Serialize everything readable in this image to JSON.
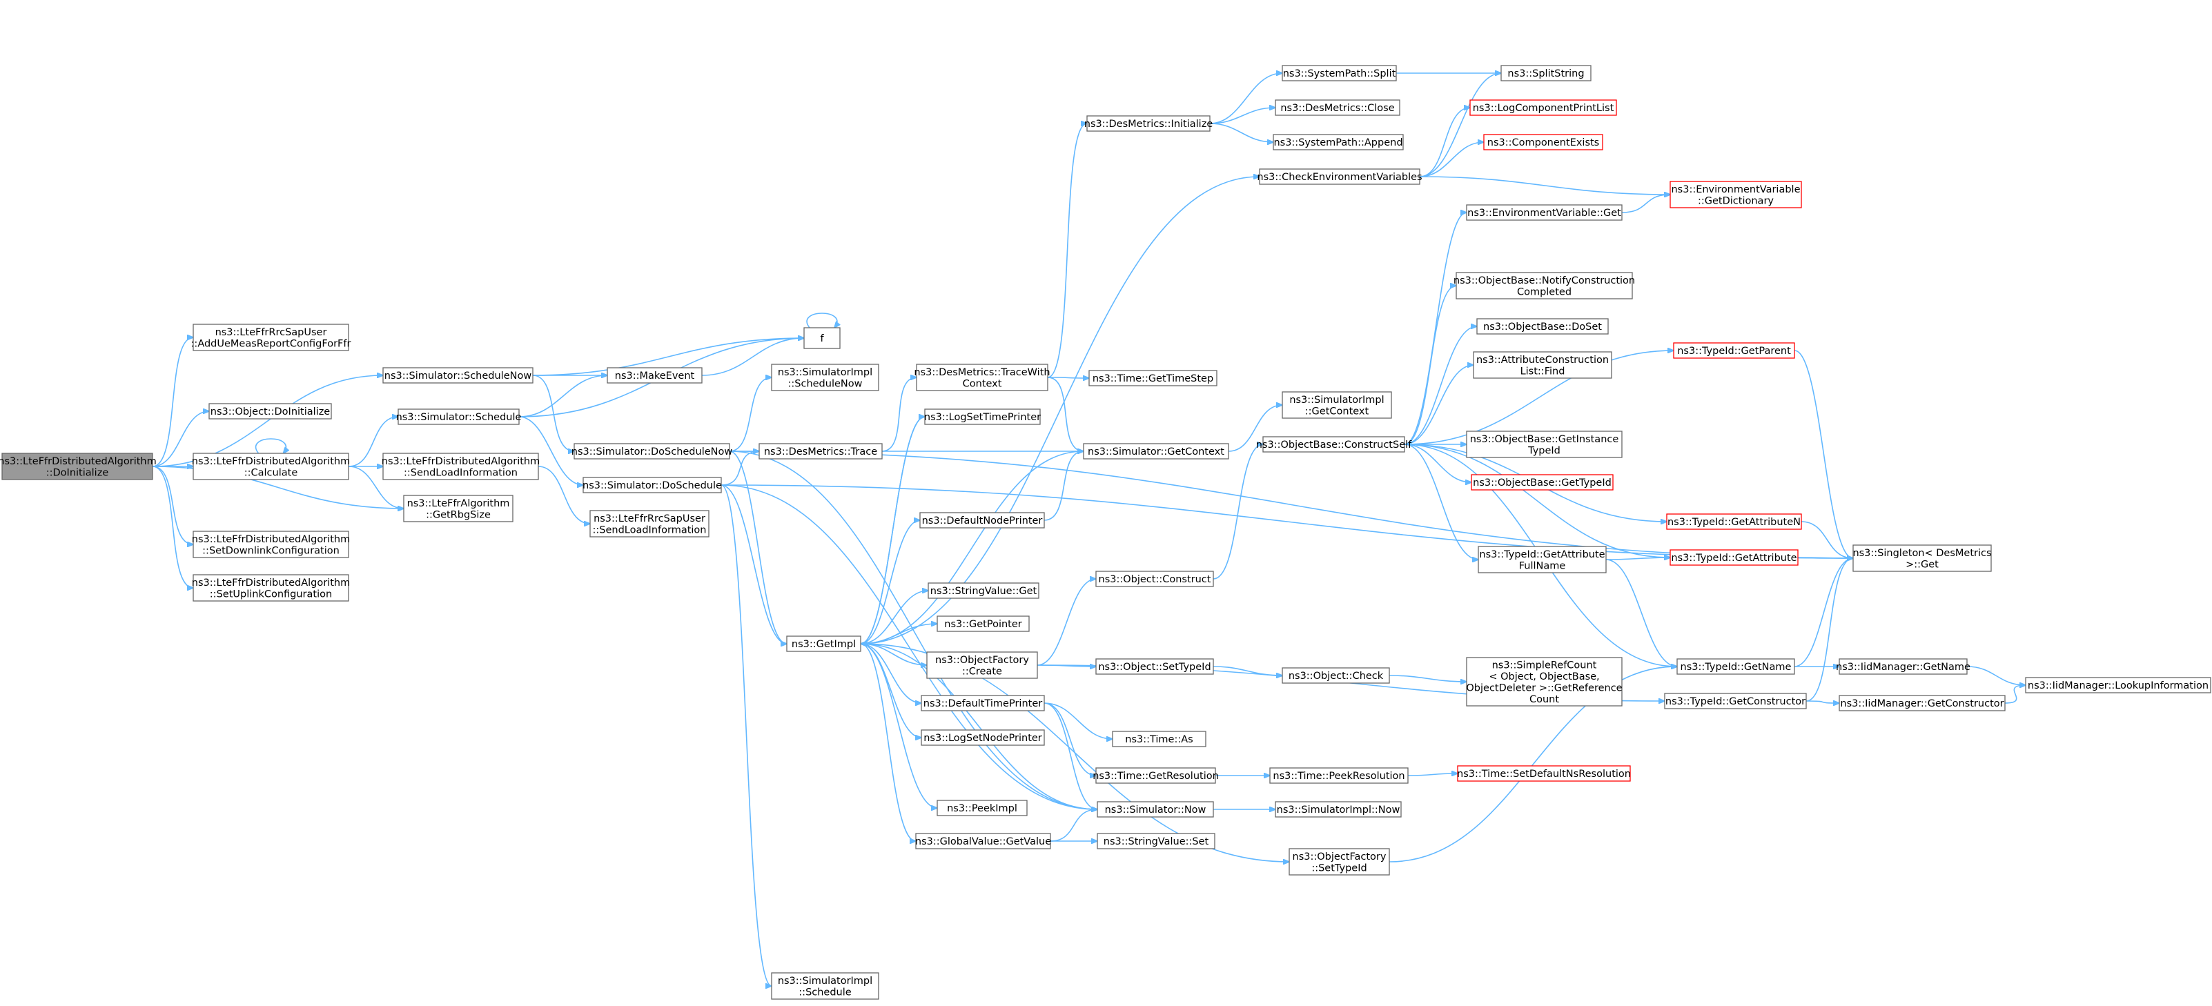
{
  "graph": {
    "nodes": [
      {
        "id": "root",
        "lines": [
          "ns3::LteFfrDistributedAlgorithm",
          "::DoInitialize"
        ],
        "style": "root"
      },
      {
        "id": "addue",
        "lines": [
          "ns3::LteFfrRrcSapUser",
          "::AddUeMeasReportConfigForFfr"
        ]
      },
      {
        "id": "schednow",
        "lines": [
          "ns3::Simulator::ScheduleNow"
        ]
      },
      {
        "id": "objinit",
        "lines": [
          "ns3::Object::DoInitialize"
        ]
      },
      {
        "id": "calculate",
        "lines": [
          "ns3::LteFfrDistributedAlgorithm",
          "::Calculate"
        ]
      },
      {
        "id": "getrbg",
        "lines": [
          "ns3::LteFfrAlgorithm",
          "::GetRbgSize"
        ]
      },
      {
        "id": "setdl",
        "lines": [
          "ns3::LteFfrDistributedAlgorithm",
          "::SetDownlinkConfiguration"
        ]
      },
      {
        "id": "setul",
        "lines": [
          "ns3::LteFfrDistributedAlgorithm",
          "::SetUplinkConfiguration"
        ]
      },
      {
        "id": "schedule",
        "lines": [
          "ns3::Simulator::Schedule"
        ]
      },
      {
        "id": "sendload",
        "lines": [
          "ns3::LteFfrDistributedAlgorithm",
          "::SendLoadInformation"
        ]
      },
      {
        "id": "makeevent",
        "lines": [
          "ns3::MakeEvent"
        ]
      },
      {
        "id": "f",
        "lines": [
          "f"
        ]
      },
      {
        "id": "doschednow",
        "lines": [
          "ns3::Simulator::DoScheduleNow"
        ]
      },
      {
        "id": "dosched",
        "lines": [
          "ns3::Simulator::DoSchedule"
        ]
      },
      {
        "id": "sapsendload",
        "lines": [
          "ns3::LteFfrRrcSapUser",
          "::SendLoadInformation"
        ]
      },
      {
        "id": "implschednow",
        "lines": [
          "ns3::SimulatorImpl",
          "::ScheduleNow"
        ]
      },
      {
        "id": "destrace",
        "lines": [
          "ns3::DesMetrics::Trace"
        ]
      },
      {
        "id": "getimpl",
        "lines": [
          "ns3::GetImpl"
        ]
      },
      {
        "id": "implsched",
        "lines": [
          "ns3::SimulatorImpl",
          "::Schedule"
        ]
      },
      {
        "id": "tracectx",
        "lines": [
          "ns3::DesMetrics::TraceWith",
          "Context"
        ]
      },
      {
        "id": "logtime",
        "lines": [
          "ns3::LogSetTimePrinter"
        ]
      },
      {
        "id": "defnode",
        "lines": [
          "ns3::DefaultNodePrinter"
        ]
      },
      {
        "id": "strget",
        "lines": [
          "ns3::StringValue::Get"
        ]
      },
      {
        "id": "getptr",
        "lines": [
          "ns3::GetPointer"
        ]
      },
      {
        "id": "ofcreate",
        "lines": [
          "ns3::ObjectFactory",
          "::Create"
        ]
      },
      {
        "id": "deftime",
        "lines": [
          "ns3::DefaultTimePrinter"
        ]
      },
      {
        "id": "lognode",
        "lines": [
          "ns3::LogSetNodePrinter"
        ]
      },
      {
        "id": "peekimpl",
        "lines": [
          "ns3::PeekImpl"
        ]
      },
      {
        "id": "gvget",
        "lines": [
          "ns3::GlobalValue::GetValue"
        ]
      },
      {
        "id": "desinit",
        "lines": [
          "ns3::DesMetrics::Initialize"
        ]
      },
      {
        "id": "timestep",
        "lines": [
          "ns3::Time::GetTimeStep"
        ]
      },
      {
        "id": "getctx",
        "lines": [
          "ns3::Simulator::GetContext"
        ]
      },
      {
        "id": "objconstruct",
        "lines": [
          "ns3::Object::Construct"
        ]
      },
      {
        "id": "objsettid",
        "lines": [
          "ns3::Object::SetTypeId"
        ]
      },
      {
        "id": "timeas",
        "lines": [
          "ns3::Time::As"
        ]
      },
      {
        "id": "getres",
        "lines": [
          "ns3::Time::GetResolution"
        ]
      },
      {
        "id": "simnow",
        "lines": [
          "ns3::Simulator::Now"
        ]
      },
      {
        "id": "strset",
        "lines": [
          "ns3::StringValue::Set"
        ]
      },
      {
        "id": "split",
        "lines": [
          "ns3::SystemPath::Split"
        ]
      },
      {
        "id": "desclose",
        "lines": [
          "ns3::DesMetrics::Close"
        ]
      },
      {
        "id": "append",
        "lines": [
          "ns3::SystemPath::Append"
        ]
      },
      {
        "id": "checkenv",
        "lines": [
          "ns3::CheckEnvironmentVariables"
        ]
      },
      {
        "id": "implgetctx",
        "lines": [
          "ns3::SimulatorImpl",
          "::GetContext"
        ]
      },
      {
        "id": "constructself",
        "lines": [
          "ns3::ObjectBase::ConstructSelf"
        ]
      },
      {
        "id": "objcheck",
        "lines": [
          "ns3::Object::Check"
        ]
      },
      {
        "id": "peekres",
        "lines": [
          "ns3::Time::PeekResolution"
        ]
      },
      {
        "id": "implnow",
        "lines": [
          "ns3::SimulatorImpl::Now"
        ]
      },
      {
        "id": "ofsettid",
        "lines": [
          "ns3::ObjectFactory",
          "::SetTypeId"
        ]
      },
      {
        "id": "splitstring",
        "lines": [
          "ns3::SplitString"
        ]
      },
      {
        "id": "logprint",
        "lines": [
          "ns3::LogComponentPrintList"
        ],
        "style": "red"
      },
      {
        "id": "compexists",
        "lines": [
          "ns3::ComponentExists"
        ],
        "style": "red"
      },
      {
        "id": "envget",
        "lines": [
          "ns3::EnvironmentVariable::Get"
        ]
      },
      {
        "id": "notifyc",
        "lines": [
          "ns3::ObjectBase::NotifyConstruction",
          "Completed"
        ]
      },
      {
        "id": "doset",
        "lines": [
          "ns3::ObjectBase::DoSet"
        ]
      },
      {
        "id": "acfind",
        "lines": [
          "ns3::AttributeConstruction",
          "List::Find"
        ]
      },
      {
        "id": "getinstid",
        "lines": [
          "ns3::ObjectBase::GetInstance",
          "TypeId"
        ]
      },
      {
        "id": "obgettid",
        "lines": [
          "ns3::ObjectBase::GetTypeId"
        ],
        "style": "red"
      },
      {
        "id": "attrfull",
        "lines": [
          "ns3::TypeId::GetAttribute",
          "FullName"
        ]
      },
      {
        "id": "refcount",
        "lines": [
          "ns3::SimpleRefCount",
          "< Object, ObjectBase,",
          "ObjectDeleter >::GetReference",
          "Count"
        ]
      },
      {
        "id": "setdefres",
        "lines": [
          "ns3::Time::SetDefaultNsResolution"
        ],
        "style": "red"
      },
      {
        "id": "envdict",
        "lines": [
          "ns3::EnvironmentVariable",
          "::GetDictionary"
        ],
        "style": "red"
      },
      {
        "id": "getparent",
        "lines": [
          "ns3::TypeId::GetParent"
        ],
        "style": "red"
      },
      {
        "id": "getattrn",
        "lines": [
          "ns3::TypeId::GetAttributeN"
        ],
        "style": "red"
      },
      {
        "id": "getattr",
        "lines": [
          "ns3::TypeId::GetAttribute"
        ],
        "style": "red"
      },
      {
        "id": "tidgetname",
        "lines": [
          "ns3::TypeId::GetName"
        ]
      },
      {
        "id": "getctor",
        "lines": [
          "ns3::TypeId::GetConstructor"
        ]
      },
      {
        "id": "singleton",
        "lines": [
          "ns3::Singleton< DesMetrics",
          ">::Get"
        ]
      },
      {
        "id": "iidname",
        "lines": [
          "ns3::IidManager::GetName"
        ]
      },
      {
        "id": "iidctor",
        "lines": [
          "ns3::IidManager::GetConstructor"
        ]
      },
      {
        "id": "lookup",
        "lines": [
          "ns3::IidManager::LookupInformation"
        ]
      }
    ],
    "edges": [
      [
        "root",
        "addue"
      ],
      [
        "root",
        "schednow"
      ],
      [
        "root",
        "objinit"
      ],
      [
        "root",
        "calculate"
      ],
      [
        "root",
        "getrbg"
      ],
      [
        "root",
        "setdl"
      ],
      [
        "root",
        "setul"
      ],
      [
        "schednow",
        "makeevent"
      ],
      [
        "schednow",
        "f"
      ],
      [
        "schednow",
        "doschednow"
      ],
      [
        "calculate",
        "calculate"
      ],
      [
        "calculate",
        "schedule"
      ],
      [
        "calculate",
        "sendload"
      ],
      [
        "calculate",
        "getrbg"
      ],
      [
        "schedule",
        "makeevent"
      ],
      [
        "schedule",
        "f"
      ],
      [
        "schedule",
        "dosched"
      ],
      [
        "sendload",
        "sapsendload"
      ],
      [
        "makeevent",
        "f"
      ],
      [
        "f",
        "f"
      ],
      [
        "doschednow",
        "implschednow"
      ],
      [
        "doschednow",
        "destrace"
      ],
      [
        "doschednow",
        "getimpl"
      ],
      [
        "doschednow",
        "singleton"
      ],
      [
        "doschednow",
        "simnow"
      ],
      [
        "dosched",
        "destrace"
      ],
      [
        "dosched",
        "getimpl"
      ],
      [
        "dosched",
        "implsched"
      ],
      [
        "dosched",
        "singleton"
      ],
      [
        "dosched",
        "simnow"
      ],
      [
        "destrace",
        "tracectx"
      ],
      [
        "destrace",
        "getctx"
      ],
      [
        "tracectx",
        "desinit"
      ],
      [
        "tracectx",
        "timestep"
      ],
      [
        "tracectx",
        "getctx"
      ],
      [
        "getimpl",
        "logtime"
      ],
      [
        "getimpl",
        "defnode"
      ],
      [
        "getimpl",
        "strget"
      ],
      [
        "getimpl",
        "getptr"
      ],
      [
        "getimpl",
        "ofcreate"
      ],
      [
        "getimpl",
        "deftime"
      ],
      [
        "getimpl",
        "lognode"
      ],
      [
        "getimpl",
        "peekimpl"
      ],
      [
        "getimpl",
        "gvget"
      ],
      [
        "getimpl",
        "checkenv"
      ],
      [
        "getimpl",
        "ofsettid"
      ],
      [
        "logtime",
        "getimpl"
      ],
      [
        "defnode",
        "getctx"
      ],
      [
        "getctx",
        "getimpl"
      ],
      [
        "getctx",
        "implgetctx"
      ],
      [
        "simnow",
        "getimpl"
      ],
      [
        "gvget",
        "simnow"
      ],
      [
        "gvget",
        "strset"
      ],
      [
        "deftime",
        "timeas"
      ],
      [
        "deftime",
        "getres"
      ],
      [
        "deftime",
        "simnow"
      ],
      [
        "ofcreate",
        "objconstruct"
      ],
      [
        "ofcreate",
        "objsettid"
      ],
      [
        "ofcreate",
        "getctor"
      ],
      [
        "objconstruct",
        "constructself"
      ],
      [
        "objsettid",
        "objcheck"
      ],
      [
        "objcheck",
        "refcount"
      ],
      [
        "getres",
        "peekres"
      ],
      [
        "peekres",
        "setdefres"
      ],
      [
        "simnow",
        "implnow"
      ],
      [
        "ofsettid",
        "tidgetname"
      ],
      [
        "desinit",
        "split"
      ],
      [
        "desinit",
        "desclose"
      ],
      [
        "desinit",
        "append"
      ],
      [
        "split",
        "splitstring"
      ],
      [
        "checkenv",
        "splitstring"
      ],
      [
        "checkenv",
        "logprint"
      ],
      [
        "checkenv",
        "compexists"
      ],
      [
        "checkenv",
        "envdict"
      ],
      [
        "constructself",
        "envget"
      ],
      [
        "constructself",
        "notifyc"
      ],
      [
        "constructself",
        "doset"
      ],
      [
        "constructself",
        "acfind"
      ],
      [
        "constructself",
        "getinstid"
      ],
      [
        "constructself",
        "obgettid"
      ],
      [
        "constructself",
        "getattrn"
      ],
      [
        "constructself",
        "getattr"
      ],
      [
        "constructself",
        "attrfull"
      ],
      [
        "constructself",
        "getparent"
      ],
      [
        "constructself",
        "tidgetname"
      ],
      [
        "envget",
        "envdict"
      ],
      [
        "getparent",
        "singleton"
      ],
      [
        "getattrn",
        "singleton"
      ],
      [
        "getattr",
        "singleton"
      ],
      [
        "attrfull",
        "getattr"
      ],
      [
        "attrfull",
        "tidgetname"
      ],
      [
        "tidgetname",
        "singleton"
      ],
      [
        "tidgetname",
        "iidname"
      ],
      [
        "getctor",
        "singleton"
      ],
      [
        "getctor",
        "iidctor"
      ],
      [
        "iidname",
        "lookup"
      ],
      [
        "iidctor",
        "lookup"
      ]
    ]
  }
}
